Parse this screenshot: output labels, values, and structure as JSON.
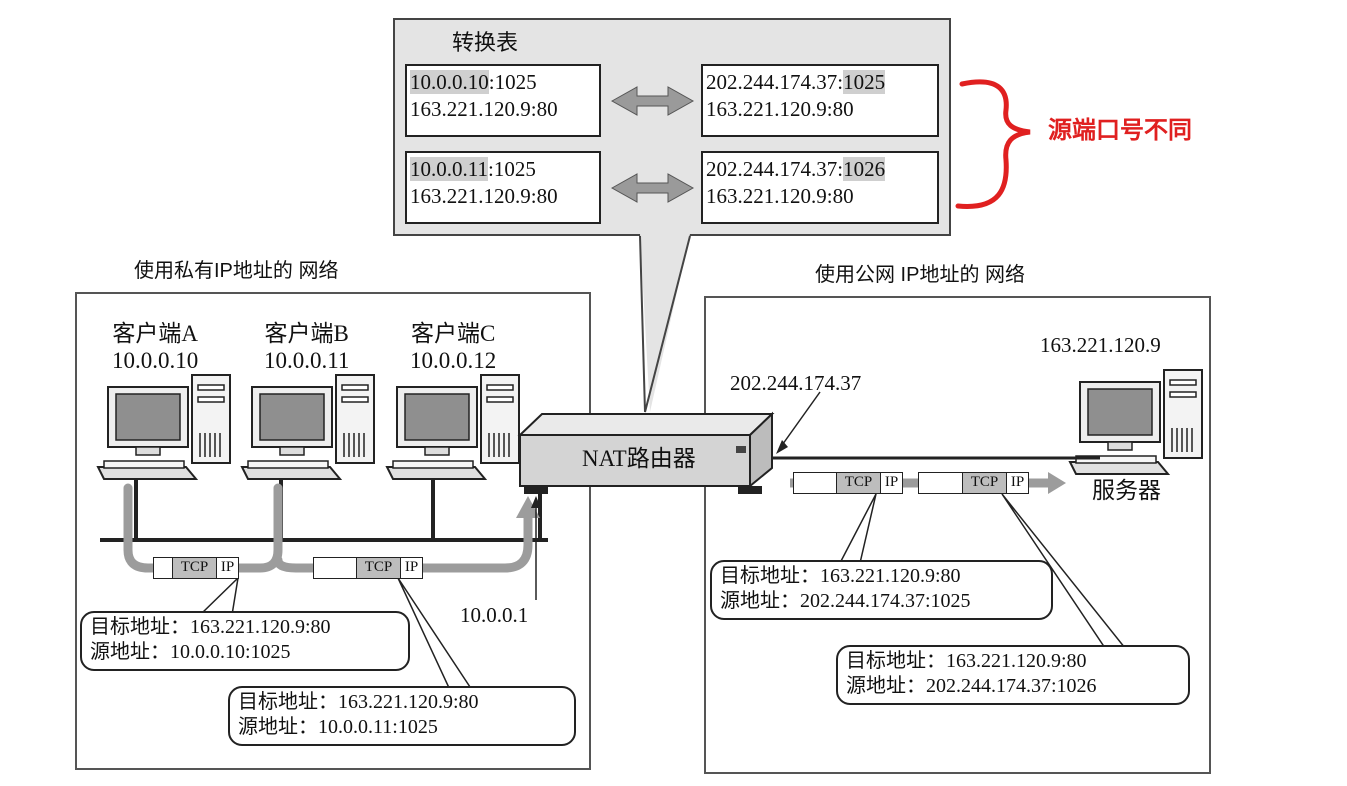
{
  "table": {
    "title": "转换表",
    "rows": [
      {
        "private_ip": "10.0.0.10",
        "private_port": ":1025",
        "private_dest": "163.221.120.9:80",
        "public_ip": "202.244.174.37:",
        "public_port": "1025",
        "public_dest": "163.221.120.9:80"
      },
      {
        "private_ip": "10.0.0.11",
        "private_port": ":1025",
        "private_dest": "163.221.120.9:80",
        "public_ip": "202.244.174.37:",
        "public_port": "1026",
        "public_dest": "163.221.120.9:80"
      }
    ]
  },
  "annotation": {
    "text": "源端口号不同",
    "color": "#e02020"
  },
  "private_network": {
    "title": "使用私有IP地址的 网络",
    "clients": [
      {
        "name": "客户端A",
        "ip": "10.0.0.10"
      },
      {
        "name": "客户端B",
        "ip": "10.0.0.11"
      },
      {
        "name": "客户端C",
        "ip": "10.0.0.12"
      }
    ],
    "gateway_ip": "10.0.0.1",
    "packets": [
      {
        "tcp": "TCP",
        "ip": "IP"
      },
      {
        "tcp": "TCP",
        "ip": "IP"
      }
    ],
    "bubbles": [
      {
        "dest": "目标地址：163.221.120.9:80",
        "src": "源地址：10.0.0.10:1025"
      },
      {
        "dest": "目标地址：163.221.120.9:80",
        "src": "源地址：10.0.0.11:1025"
      }
    ]
  },
  "router": {
    "label": "NAT路由器",
    "public_ip": "202.244.174.37"
  },
  "public_network": {
    "title": "使用公网 IP地址的 网络",
    "server_ip": "163.221.120.9",
    "server_label": "服务器",
    "packets": [
      {
        "tcp": "TCP",
        "ip": "IP"
      },
      {
        "tcp": "TCP",
        "ip": "IP"
      }
    ],
    "bubbles": [
      {
        "dest": "目标地址：163.221.120.9:80",
        "src": "源地址：202.244.174.37:1025"
      },
      {
        "dest": "目标地址：163.221.120.9:80",
        "src": "源地址：202.244.174.37:1026"
      }
    ]
  }
}
